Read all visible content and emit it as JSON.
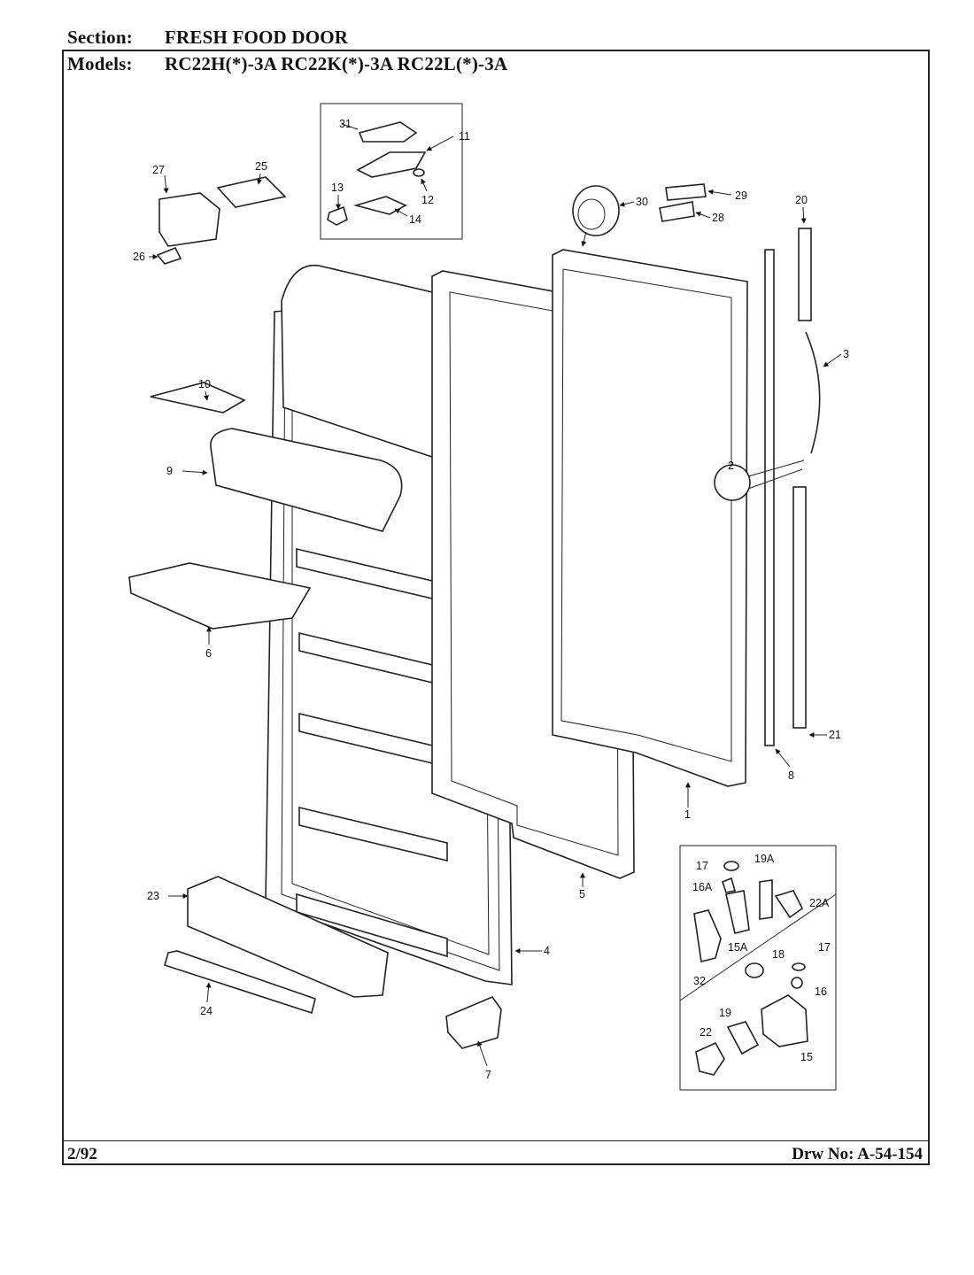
{
  "header": {
    "section_key": "Section:",
    "section_value": "FRESH FOOD DOOR",
    "models_key": "Models:",
    "models_value": "RC22H(*)-3A   RC22K(*)-3A   RC22L(*)-3A"
  },
  "footer": {
    "revision": "2/92",
    "drawing_number": "Drw No: A-54-154"
  },
  "callouts": {
    "p1": "1",
    "p2": "2",
    "p3": "3",
    "p4": "4",
    "p5": "5",
    "p6": "6",
    "p7": "7",
    "p8": "8",
    "p9": "9",
    "p10": "10",
    "p11": "11",
    "p12": "12",
    "p13": "13",
    "p14": "14",
    "p15": "15",
    "p15a": "15A",
    "p16": "16",
    "p16a": "16A",
    "p17": "17",
    "p17b": "17",
    "p18": "18",
    "p19": "19",
    "p19a": "19A",
    "p20": "20",
    "p21": "21",
    "p22": "22",
    "p22a": "22A",
    "p23": "23",
    "p24": "24",
    "p25": "25",
    "p26": "26",
    "p27": "27",
    "p28": "28",
    "p29": "29",
    "p30": "30",
    "p31": "31",
    "p32": "32"
  }
}
